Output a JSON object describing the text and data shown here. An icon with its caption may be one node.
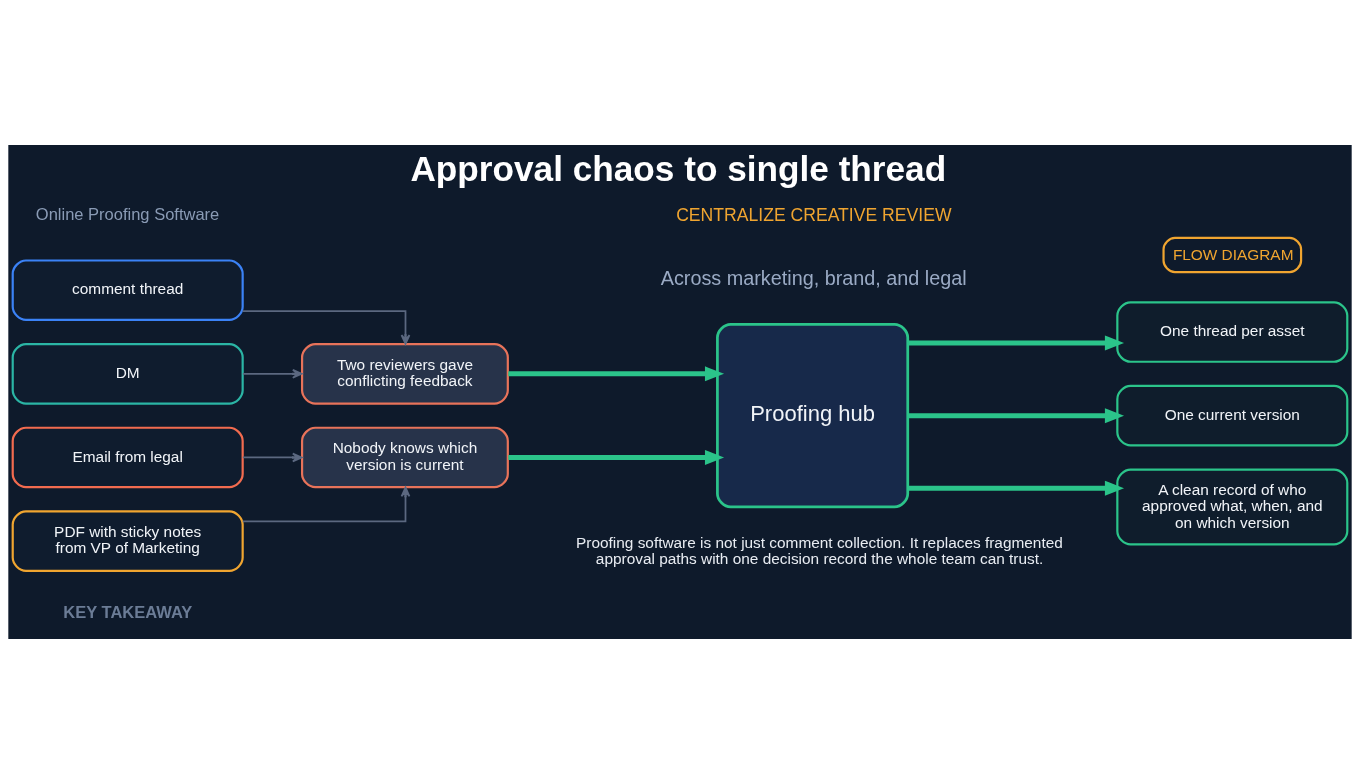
{
  "diagram": {
    "title": "Approval chaos to single thread",
    "nodes": [
      {
        "text": [
          "comment thread"
        ]
      },
      {
        "text": [
          "DM"
        ]
      },
      {
        "text": [
          "Email from legal"
        ]
      },
      {
        "text": [
          "PDF with sticky notes from VP of Marketing"
        ]
      },
      {
        "text": [
          "Two reviewers gave conflicting feedback"
        ]
      },
      {
        "text": [
          "Nobody knows which version is current"
        ]
      },
      {
        "text": [
          "Proofing hub"
        ]
      },
      {
        "text": [
          "One thread per asset"
        ]
      },
      {
        "text": [
          "One current version"
        ]
      },
      {
        "text": [
          "A clean record of who approved what, when, and on which version"
        ]
      }
    ],
    "edges": [
      {
        "from": 0,
        "to": 4,
        "arrow": "to",
        "color": "#5b6880"
      },
      {
        "from": 1,
        "to": 4,
        "arrow": "to",
        "color": "#5b6880"
      },
      {
        "from": 2,
        "to": 5,
        "arrow": "to",
        "color": "#5b6880"
      },
      {
        "from": 3,
        "to": 5,
        "arrow": "to",
        "color": "#5b6880"
      },
      {
        "from": 4,
        "to": 6,
        "arrow": "to"
      },
      {
        "from": 5,
        "to": 6,
        "arrow": "to"
      },
      {
        "from": 6,
        "to": 7,
        "arrow": "to"
      },
      {
        "from": 6,
        "to": 8,
        "arrow": "to"
      },
      {
        "from": 6,
        "to": 9,
        "arrow": "to"
      }
    ],
    "labels": [
      "Online Proofing Software",
      "FLOW DIAGRAM",
      "CENTRALIZE CREATIVE REVIEW",
      "Across marketing, brand, and legal",
      "KEY TAKEAWAY",
      "Proofing software is not just comment collection. It replaces fragmented approval paths with one decision record the whole team can trust."
    ]
  }
}
